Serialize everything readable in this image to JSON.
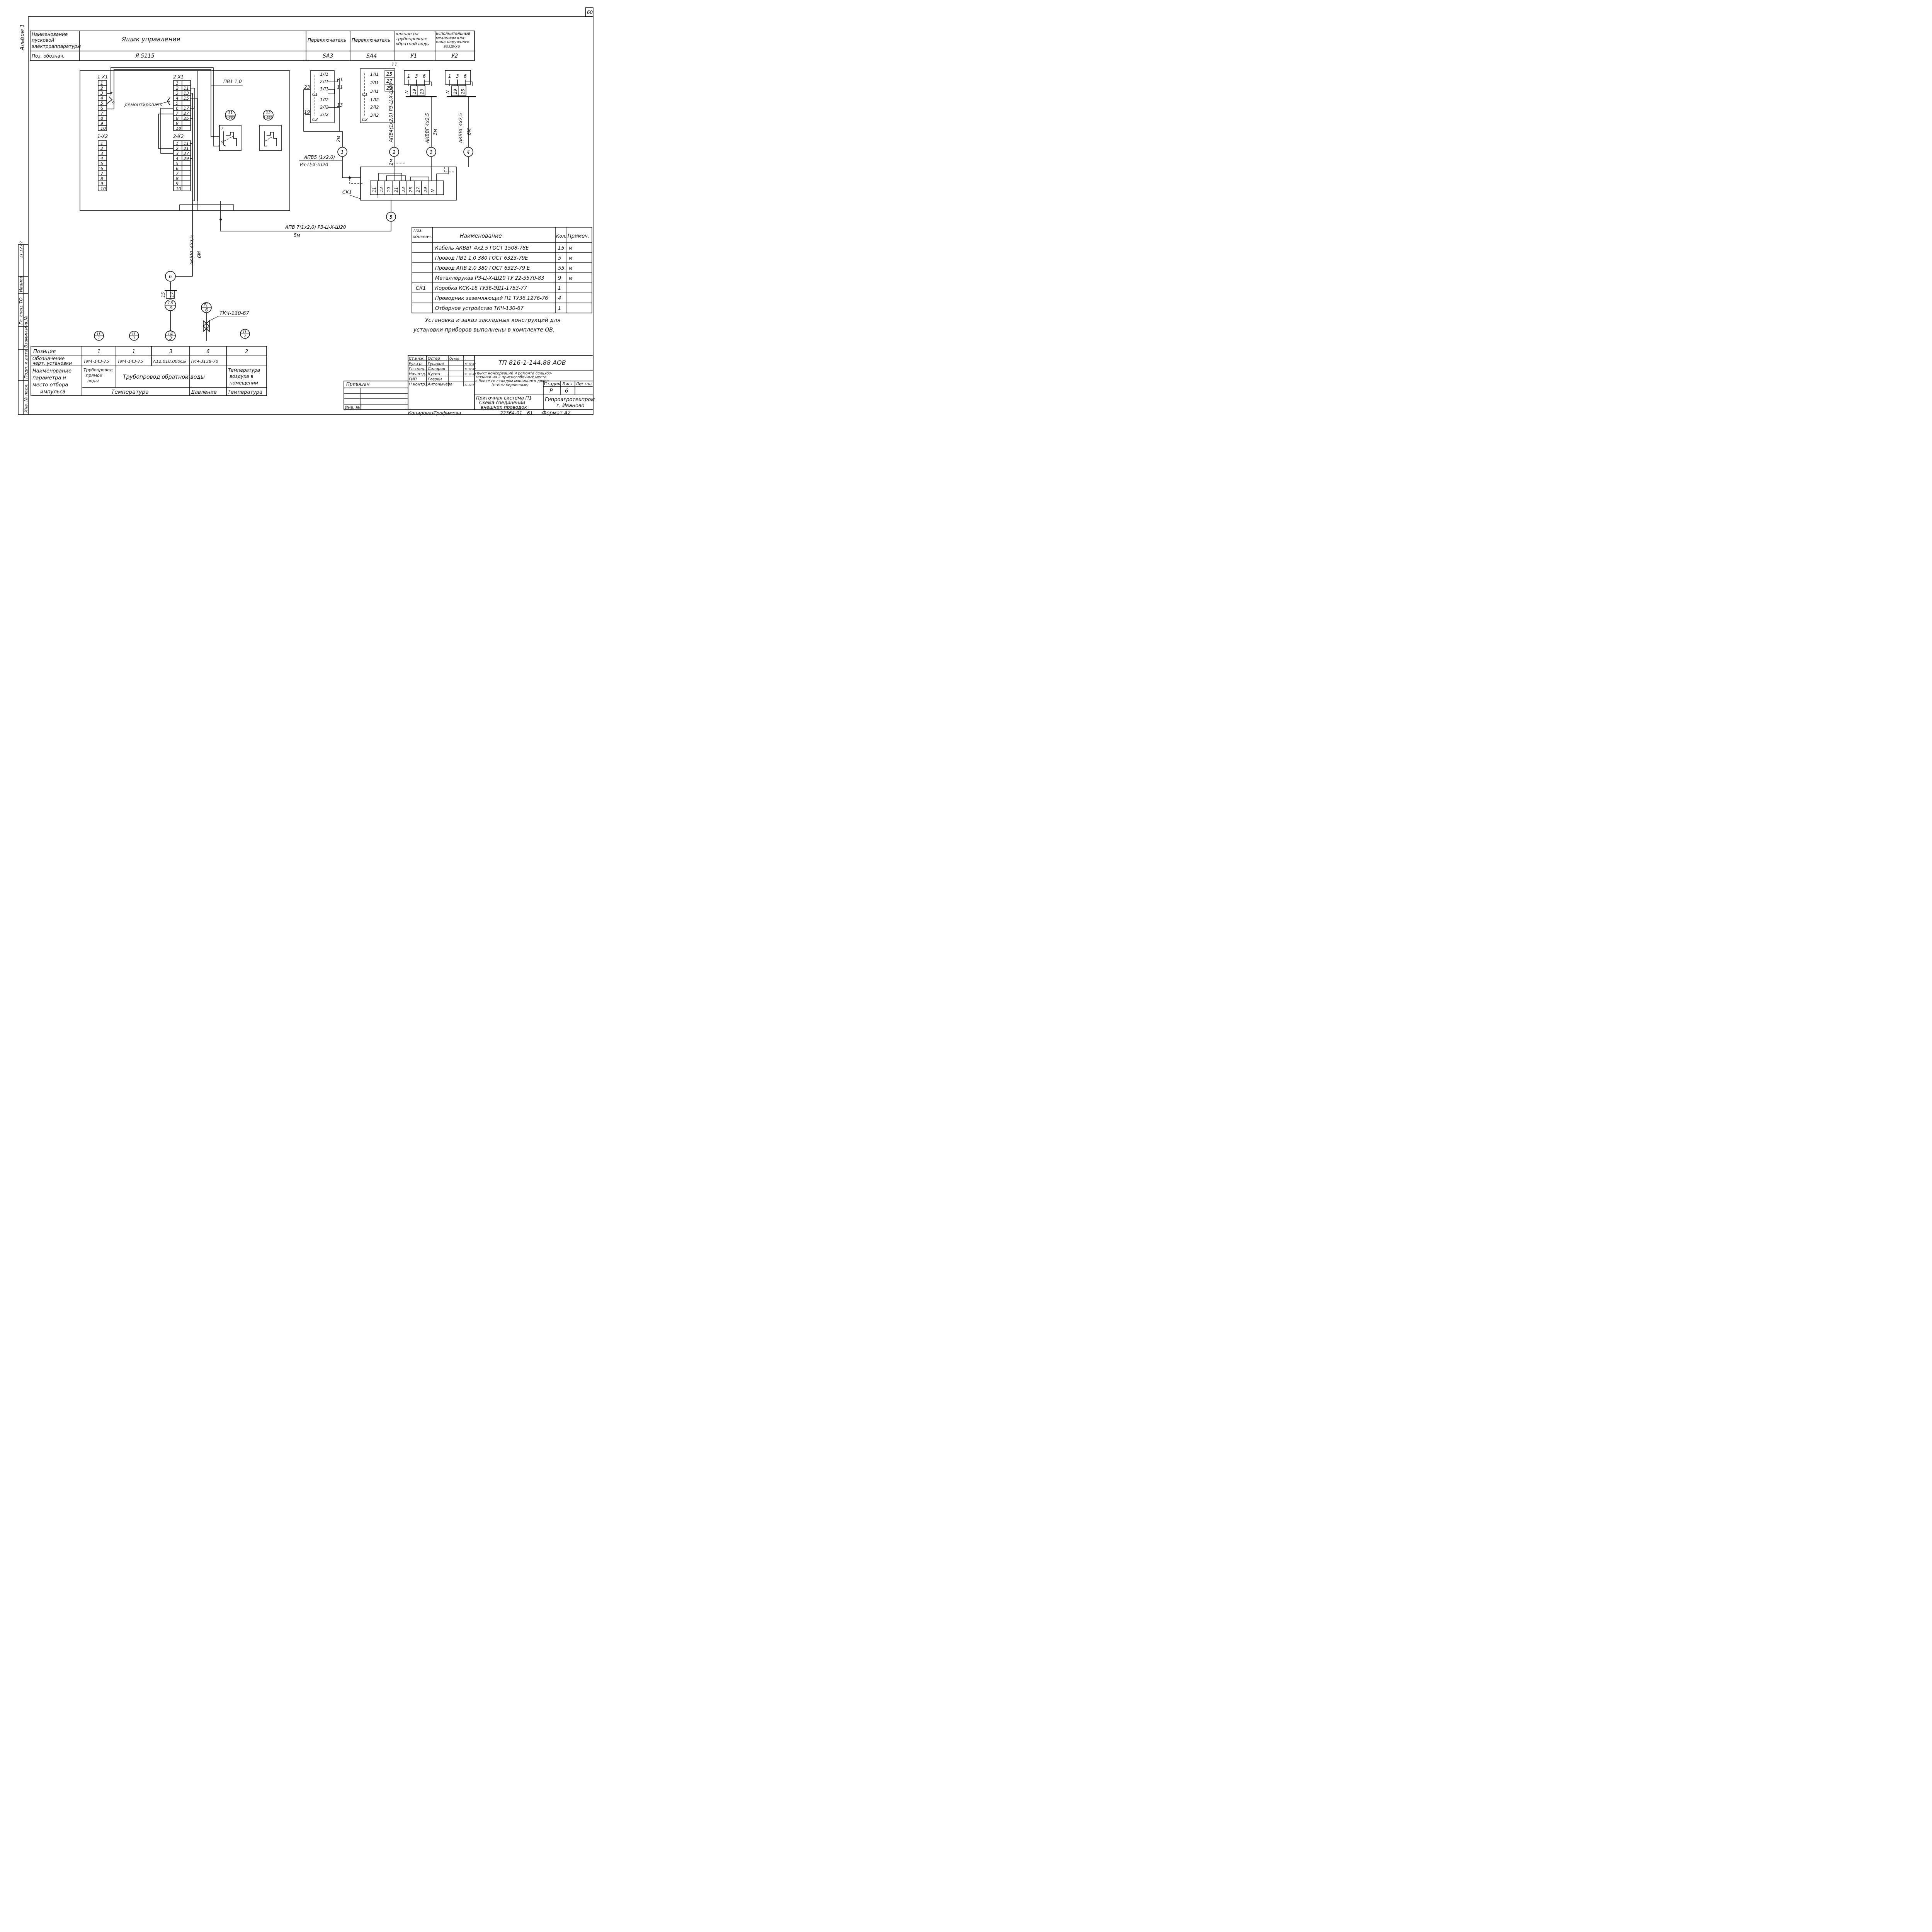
{
  "page_number": "60",
  "album_label": "Альбом 1",
  "header_table": {
    "row1_label": [
      "Наименование",
      "пусковой",
      "электроаппаратуры"
    ],
    "row2_label": "Поз. обознач.",
    "box_title": "Ящик управления",
    "box_pos": "Я 5115",
    "sw1": "Переключатель",
    "sw1_pos": "SA3",
    "sw2": "Переключатель",
    "sw2_pos": "SA4",
    "valve": [
      "клапан на",
      "трубопроводе",
      "обратной воды"
    ],
    "valve_pos": "У1",
    "actuator": [
      "исполнительный",
      "механизм кла-",
      "пана наружного",
      "воздуха"
    ],
    "actuator_pos": "У2"
  },
  "panel": {
    "x1_label": "1-X1",
    "x2_label": "1-X2",
    "x1_terms": [
      "1",
      "2",
      "3",
      "4",
      "5",
      "6",
      "7",
      "8",
      "9",
      "10"
    ],
    "x2_terms": [
      "1",
      "2",
      "3",
      "4",
      "5",
      "6",
      "7",
      "8",
      "9",
      "10"
    ],
    "x21_label": "2-X1",
    "x22_label": "2-X2",
    "x21_terms": [
      "1",
      "2",
      "3",
      "4",
      "5",
      "6",
      "7",
      "8",
      "9",
      "10"
    ],
    "x21_wires": [
      "",
      "11",
      "13",
      "15",
      "",
      "17",
      "27",
      "25",
      "",
      ""
    ],
    "x22_terms": [
      "1",
      "2",
      "3",
      "4",
      "5",
      "6",
      "7",
      "8",
      "9",
      "10"
    ],
    "x22_wires": [
      "11",
      "21",
      "27",
      "29",
      "",
      "",
      "",
      "",
      "",
      ""
    ],
    "wire7": "7",
    "wire9": "9",
    "dismantle": "демонтировать",
    "pv_label": "ПВ1 1,0",
    "relay11_top": "11",
    "relay11_bot": "2-SB2",
    "relay12_top": "12",
    "relay12_bot": "1-SB2",
    "relay_t7": "7",
    "relay_t9": "9"
  },
  "sa3": {
    "contacts": [
      "1Л1",
      "2Л1",
      "3Л1",
      "1Л2",
      "2Л2",
      "3Л2"
    ],
    "c1": "С1",
    "c2": "С2",
    "wires": [
      "21",
      "11",
      "13",
      "23",
      "19"
    ]
  },
  "sa4": {
    "contacts": [
      "1Л1",
      "2Л1",
      "3Л1",
      "1Л2",
      "2Л2",
      "3Л2"
    ],
    "c1": "С1",
    "c2": "С2",
    "top": "11",
    "wires": [
      "25",
      "27",
      "29"
    ]
  },
  "y1": {
    "pins": [
      "1",
      "3",
      "6"
    ],
    "terms": [
      "N",
      "19",
      "23"
    ]
  },
  "y2": {
    "pins": [
      "1",
      "3",
      "6"
    ],
    "terms": [
      "N",
      "29",
      "25"
    ]
  },
  "cables": {
    "c1_len": "2м",
    "c1_spec": [
      "АПВ5 (1х2,0)",
      "РЗ-Ц-Х-Ш20"
    ],
    "c2_spec": "АПВ4(1х2,0) РЗ-Ц-Х-Ш20",
    "c2_len": "2м",
    "c3_spec": "АКВВГ 4х2,5",
    "c3_len": "3м",
    "c4_spec": "АКВВГ 4х2,5",
    "c4_len": "6М",
    "c5_spec": "АПВ 7(1х2,0)   РЗ-Ц-Х-Ш20",
    "c5_len": "5м",
    "c6_spec": "АКВВГ 4х2,5",
    "c6_len": "6М"
  },
  "cable_nums": [
    "1",
    "2",
    "3",
    "4",
    "5",
    "6"
  ],
  "ck1": {
    "label": "СК1",
    "terms": [
      "11",
      "13",
      "19",
      "21",
      "23",
      "25",
      "27",
      "29",
      "N",
      ""
    ]
  },
  "sensors": {
    "ts": [
      "TS",
      "3"
    ],
    "ts_terms": [
      "15",
      "17"
    ],
    "pi": [
      "PI",
      "6"
    ],
    "tk_label": "ТКЧ-130-67",
    "te": [
      "TE",
      "3"
    ],
    "ti1": [
      "TI",
      "1"
    ],
    "ti2": [
      "TI",
      "1"
    ],
    "ti3": [
      "TI",
      "2"
    ]
  },
  "spec_table": {
    "headers": [
      "Поз. обознач.",
      "Наименование",
      "Кол.",
      "Примеч."
    ],
    "rows": [
      {
        "pos": "",
        "name": "Кабель АКВВГ 4х2,5 ГОСТ 1508-78Е",
        "qty": "15",
        "note": "м"
      },
      {
        "pos": "",
        "name": "Провод ПВ1 1,0 380 ГОСТ 6323-79Е",
        "qty": "5",
        "note": "м"
      },
      {
        "pos": "",
        "name": "Провод АПВ 2,0 380 ГОСТ 6323-79 Е",
        "qty": "55",
        "note": "м"
      },
      {
        "pos": "",
        "name": "Металлорукав РЗ-Ц-Х-Ш20 ТУ 22-5570-83",
        "qty": "9",
        "note": "м"
      },
      {
        "pos": "СК1",
        "name": "Коробка КСК-16 ТУ36-ЭД1-1753-77",
        "qty": "1",
        "note": ""
      },
      {
        "pos": "",
        "name": "Проводник заземляющий П1 ТУ36.1276-76",
        "qty": "4",
        "note": ""
      },
      {
        "pos": "",
        "name": "Отборное устройство ТКЧ-130-67",
        "qty": "1",
        "note": ""
      }
    ]
  },
  "note": [
    "Установка и заказ закладных конструкций для",
    "установки приборов выполнены в комплекте ОВ."
  ],
  "pos_table": {
    "r1": "Позиция",
    "r2": [
      "Обозначение",
      "черт. установки"
    ],
    "r3": [
      "Наименование",
      "параметра и",
      "место отбора",
      "импульса"
    ],
    "cols": [
      {
        "pos": "1",
        "draw": "ТМ4-143-75"
      },
      {
        "pos": "1",
        "draw": "ТМ4-143-75"
      },
      {
        "pos": "3",
        "draw": "А12.018.000СБ"
      },
      {
        "pos": "6",
        "draw": "ТКЧ-3138-70"
      },
      {
        "pos": "2",
        "draw": ""
      }
    ],
    "param1": [
      "Трубопровод",
      "прямой",
      "воды"
    ],
    "param2": "Трубопровод обратной воды",
    "param5": [
      "Температура",
      "воздуха в",
      "помещении"
    ],
    "bottom_temp": "Температура",
    "bottom_press": "Давление",
    "bottom_temp2": "Температура"
  },
  "left_margin": {
    "chief": "Гл. спец. ТО",
    "chief_name": "Иванов",
    "chief_date": "11.12.87",
    "col_labels": [
      "Инв. № подл.",
      "Подп. и дата",
      "Взамин.инв.№"
    ]
  },
  "title_block": {
    "roles": [
      "Ст.инж.",
      "Рук.гр.",
      "Гл.спец.",
      "Нач.отд.",
      "ГИП",
      "Н.контр."
    ],
    "names": [
      "Остер",
      "Гусаров",
      "Сидоров",
      "Кутин",
      "Глезин",
      "Антонычева"
    ],
    "signs": [
      "Остер",
      "",
      "",
      "",
      "",
      ""
    ],
    "dates": [
      "",
      "11.12.87",
      "11.12.87",
      "11.12.87",
      "",
      "11.12.87"
    ],
    "doc_code": "ТП 816-1-144.88   АОВ",
    "project": [
      "Пункт консервации и ремонта сельхоз-",
      "техники на 2 приспособочных места",
      "в блоке со складом машинного двора",
      "(стены кирпичные)"
    ],
    "stage_h": "Стадия",
    "sheet_h": "Лист",
    "sheets_h": "Листов",
    "stage": "Р",
    "sheet": "6",
    "sheets": "",
    "sheet_title": [
      "Приточная система П1",
      "Схема соединений",
      "внешних проводок"
    ],
    "org": [
      "Гипроагротехпром",
      "г. Иваново"
    ],
    "bound": "Привязан",
    "inv": "Инв. №",
    "copied": "Копировал",
    "copier": "Трофимова",
    "number": "22364-01",
    "num2": "61",
    "format": "Формат А2"
  }
}
